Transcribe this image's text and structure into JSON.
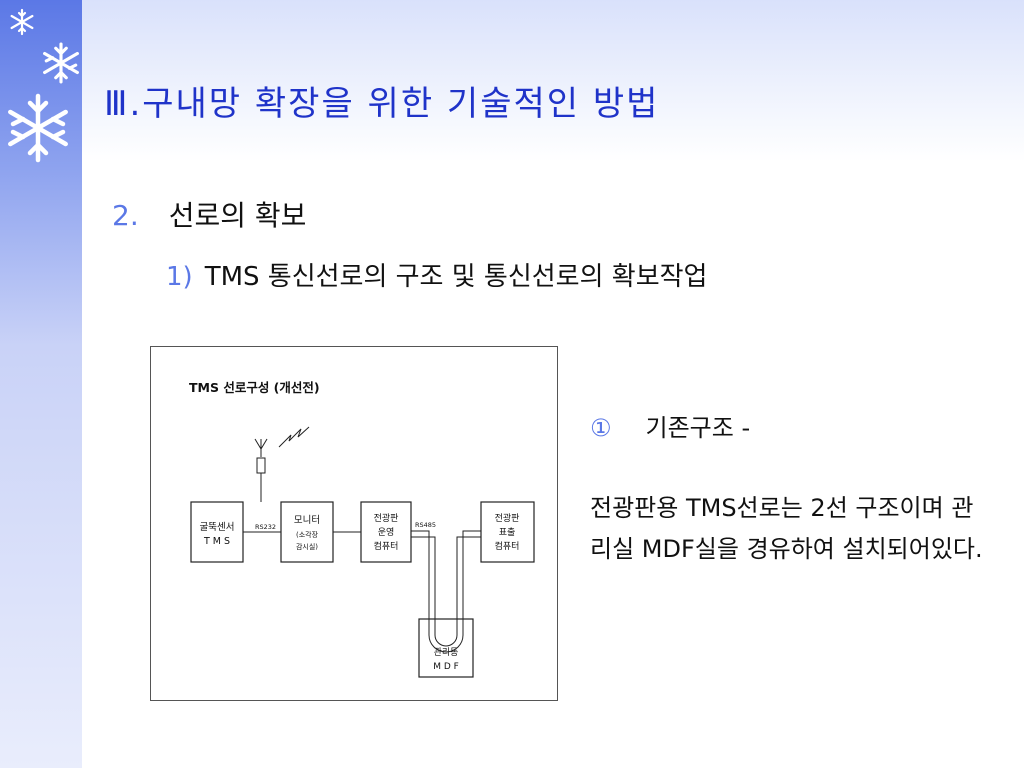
{
  "slide": {
    "title": "Ⅲ.구내망 확장을 위한 기술적인 방법",
    "section": {
      "number": "2.",
      "text": "선로의 확보"
    },
    "subsection": {
      "number": "1)",
      "text": "TMS 통신선로의 구조 및 통신선로의 확보작업"
    },
    "diagram": {
      "title": "TMS 선로구성 (개선전)",
      "boxes": {
        "tms": [
          "굴뚝센서",
          "T M S"
        ],
        "monitor": [
          "모니터",
          "(소각장",
          "감시실)"
        ],
        "op_computer": [
          "전광판",
          "운영",
          "컴퓨터"
        ],
        "display_computer": [
          "전광판",
          "표출",
          "컴퓨터"
        ],
        "mdf": [
          "관리동",
          "M D F"
        ]
      },
      "labels": {
        "rs232": "RS232",
        "rs485": "RS485"
      }
    },
    "note": {
      "marker": "①",
      "heading": "기존구조 -",
      "body": "전광판용 TMS선로는 2선 구조이며 관리실 MDF실을 경유하여 설치되어있다."
    }
  },
  "colors": {
    "title": "#1f33c9",
    "bullet": "#5b78e6",
    "sidebar": "#5b78e6"
  }
}
